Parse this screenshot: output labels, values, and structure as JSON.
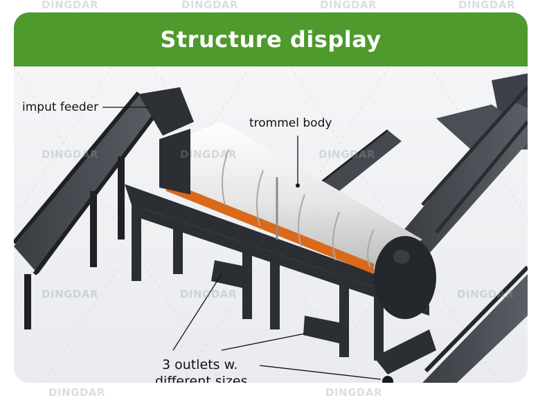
{
  "header": {
    "title": "Structure display"
  },
  "labels": {
    "feeder": "imput feeder",
    "trommel": "trommel body",
    "outlets_line1": "3 outlets w.",
    "outlets_line2": "different sizes"
  },
  "watermark": {
    "text": "DINGDAR"
  },
  "colors": {
    "header_green": "#4e9a2c",
    "machine_dark": "#2b2e33",
    "drum_white": "#f3f3f3",
    "accent_orange": "#d96a1c"
  },
  "icons": {
    "watermark_logo": "gear-icon"
  }
}
